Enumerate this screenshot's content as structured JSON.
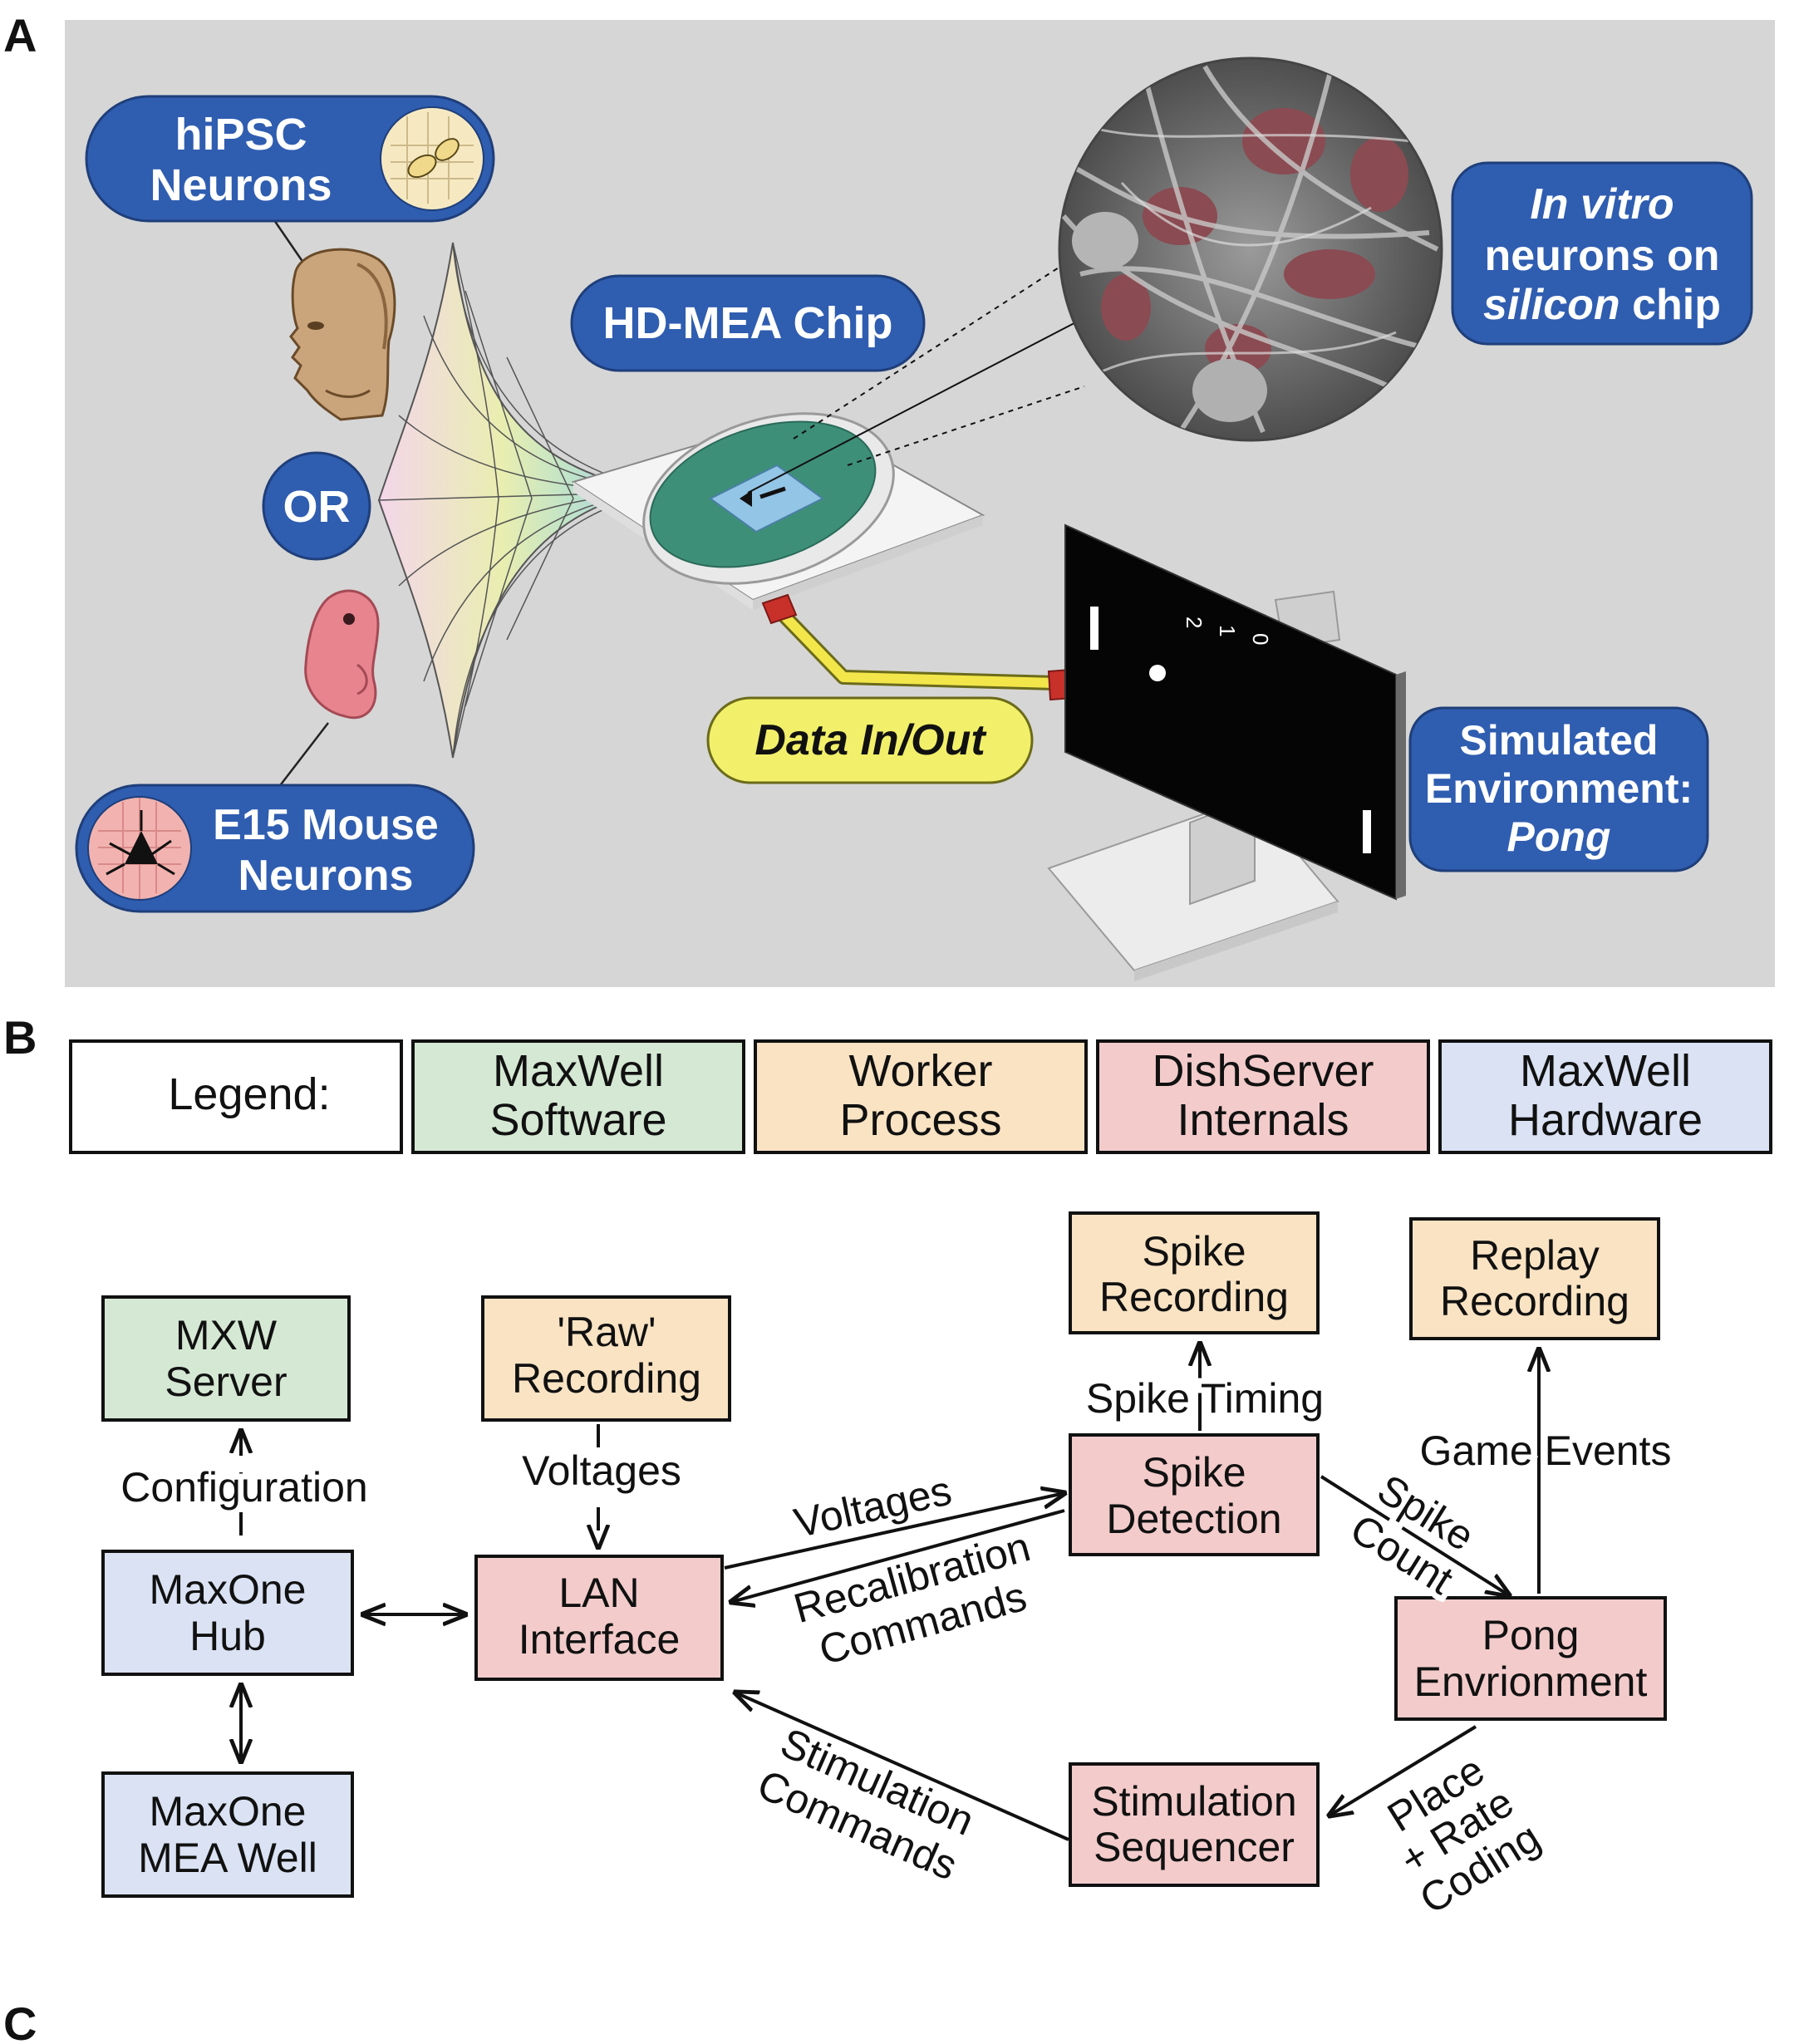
{
  "panel_labels": {
    "a": "A",
    "b": "B",
    "c": "C"
  },
  "panel_a": {
    "hipsc_label": [
      "hiPSC",
      "Neurons"
    ],
    "or_label": "OR",
    "mouse_label": [
      "E15 Mouse",
      "Neurons"
    ],
    "chip_label": "HD-MEA Chip",
    "in_vitro_label": [
      "In vitro",
      "neurons on",
      "silicon",
      "chip"
    ],
    "data_label": "Data In/Out",
    "sim_env_label": [
      "Simulated",
      "Environment:",
      "Pong"
    ],
    "pong_score": [
      "2",
      "1",
      "0"
    ],
    "colors": {
      "pill_blue": "#2f5db0",
      "panel_bg": "#d6d6d6",
      "data_yellow": "#f2f06a"
    }
  },
  "panel_b": {
    "legend": {
      "title": "Legend:",
      "items": [
        {
          "lines": [
            "MaxWell",
            "Software"
          ],
          "color": "#d5e8d4"
        },
        {
          "lines": [
            "Worker",
            "Process"
          ],
          "color": "#f9e3c3"
        },
        {
          "lines": [
            "DishServer",
            "Internals"
          ],
          "color": "#f3cbcb"
        },
        {
          "lines": [
            "MaxWell",
            "Hardware"
          ],
          "color": "#dae2f4"
        }
      ]
    },
    "nodes": {
      "mxw_server": {
        "lines": [
          "MXW",
          "Server"
        ],
        "category": "software"
      },
      "maxone_hub": {
        "lines": [
          "MaxOne",
          "Hub"
        ],
        "category": "hardware"
      },
      "maxone_well": {
        "lines": [
          "MaxOne",
          "MEA Well"
        ],
        "category": "hardware"
      },
      "raw_recording": {
        "lines": [
          "'Raw'",
          "Recording"
        ],
        "category": "worker"
      },
      "lan_interface": {
        "lines": [
          "LAN",
          "Interface"
        ],
        "category": "dishserver"
      },
      "spike_recording": {
        "lines": [
          "Spike",
          "Recording"
        ],
        "category": "worker"
      },
      "spike_detection": {
        "lines": [
          "Spike",
          "Detection"
        ],
        "category": "dishserver"
      },
      "replay_recording": {
        "lines": [
          "Replay",
          "Recording"
        ],
        "category": "worker"
      },
      "pong_env": {
        "lines": [
          "Pong",
          "Envrionment"
        ],
        "category": "dishserver"
      },
      "stim_seq": {
        "lines": [
          "Stimulation",
          "Sequencer"
        ],
        "category": "dishserver"
      }
    },
    "edge_labels": {
      "configuration": "Configuration",
      "voltages_raw": "Voltages",
      "voltages_lan": "Voltages",
      "recalibration": [
        "Recalibration",
        "Commands"
      ],
      "spike_timing": "Spike Timing",
      "spike_count": [
        "Spike",
        "Count"
      ],
      "game_events": "Game Events",
      "place_rate": [
        "Place",
        "+ Rate",
        "Coding"
      ],
      "stim_commands": [
        "Stimulation",
        "Commands"
      ]
    }
  }
}
